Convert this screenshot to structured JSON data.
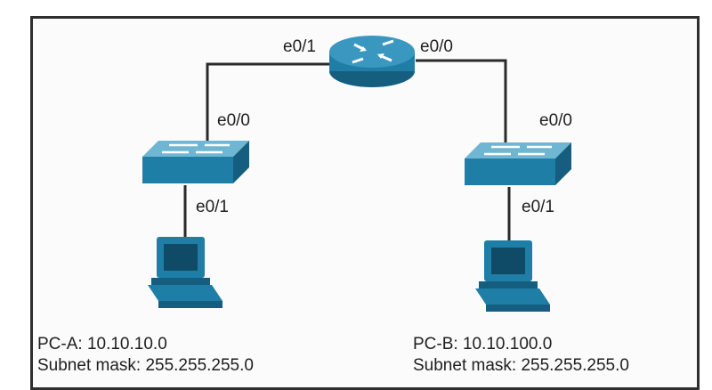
{
  "diagram": {
    "router": {
      "left_port": "e0/1",
      "right_port": "e0/0"
    },
    "switch_left": {
      "uplink_port": "e0/0",
      "downlink_port": "e0/1"
    },
    "switch_right": {
      "uplink_port": "e0/0",
      "downlink_port": "e0/1"
    },
    "pc_a": {
      "address_line": "PC-A: 10.10.10.0",
      "mask_line": "Subnet mask: 255.255.255.0"
    },
    "pc_b": {
      "address_line": "PC-B: 10.10.100.0",
      "mask_line": "Subnet mask: 255.255.255.0"
    }
  },
  "colors": {
    "device_blue": "#1f7ea6",
    "device_dark": "#155e80",
    "device_light": "#6fb6d2",
    "link": "#2a2a2a"
  },
  "icons": [
    "router-icon",
    "switch-icon",
    "pc-icon"
  ]
}
